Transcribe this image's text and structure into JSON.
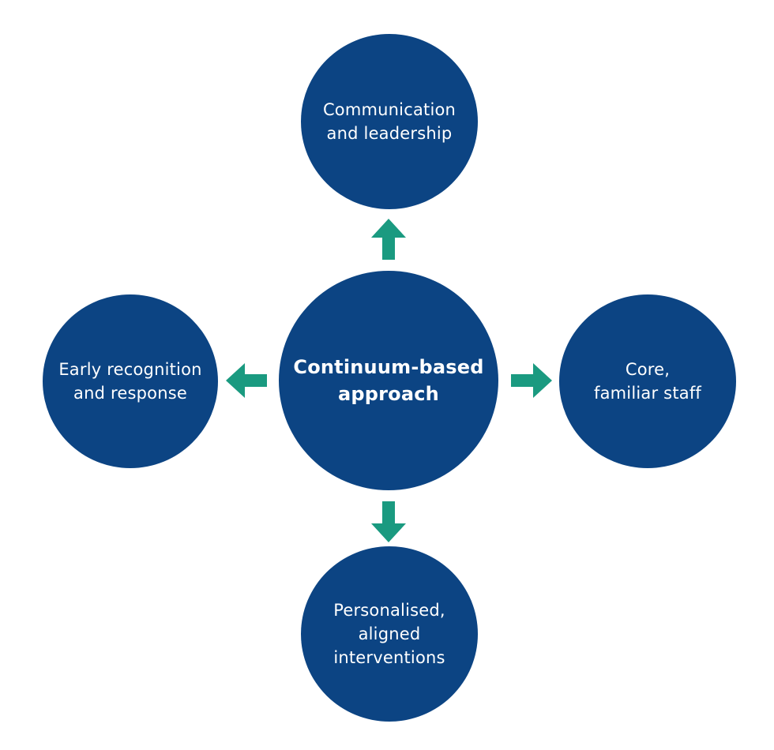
{
  "diagram": {
    "center": {
      "label": "Continuum-based\napproach"
    },
    "top": {
      "label": "Communication\nand leadership"
    },
    "left": {
      "label": "Early recognition\nand response"
    },
    "right": {
      "label": "Core,\nfamiliar staff"
    },
    "bottom": {
      "label": "Personalised,\naligned\ninterventions"
    }
  },
  "colors": {
    "node_fill": "#0c4483",
    "node_text": "#ffffff",
    "arrow": "#1a9a80",
    "background": "#ffffff"
  },
  "icons": {
    "arrows": [
      "arrow-up-icon",
      "arrow-left-icon",
      "arrow-right-icon",
      "arrow-down-icon"
    ]
  }
}
